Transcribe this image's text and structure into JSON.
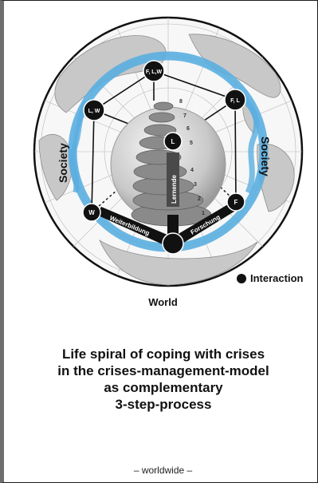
{
  "nodes": {
    "top": "F, L,W",
    "upper_left": "L, W",
    "upper_right": "F, L",
    "center": "L",
    "left": "W",
    "right": "F"
  },
  "spiral_numbers": [
    "8",
    "7",
    "6",
    "5",
    "4",
    "3",
    "2",
    "1"
  ],
  "labels": {
    "society_left": "Society",
    "society_right": "Society",
    "lernende": "Lernende",
    "weiterbildung": "Weiterbildung",
    "forschung": "Forschung",
    "interaction": "Interaction",
    "world": "World"
  },
  "caption": [
    "Life spiral of coping with crises",
    "in the crises-management-model",
    "as complementary",
    "3-step-process"
  ],
  "footer": "– worldwide –",
  "colors": {
    "ocean_band": "#5aaee0",
    "land": "#c8c8c8",
    "node": "#111111",
    "spiral": "#8a8a8a"
  }
}
